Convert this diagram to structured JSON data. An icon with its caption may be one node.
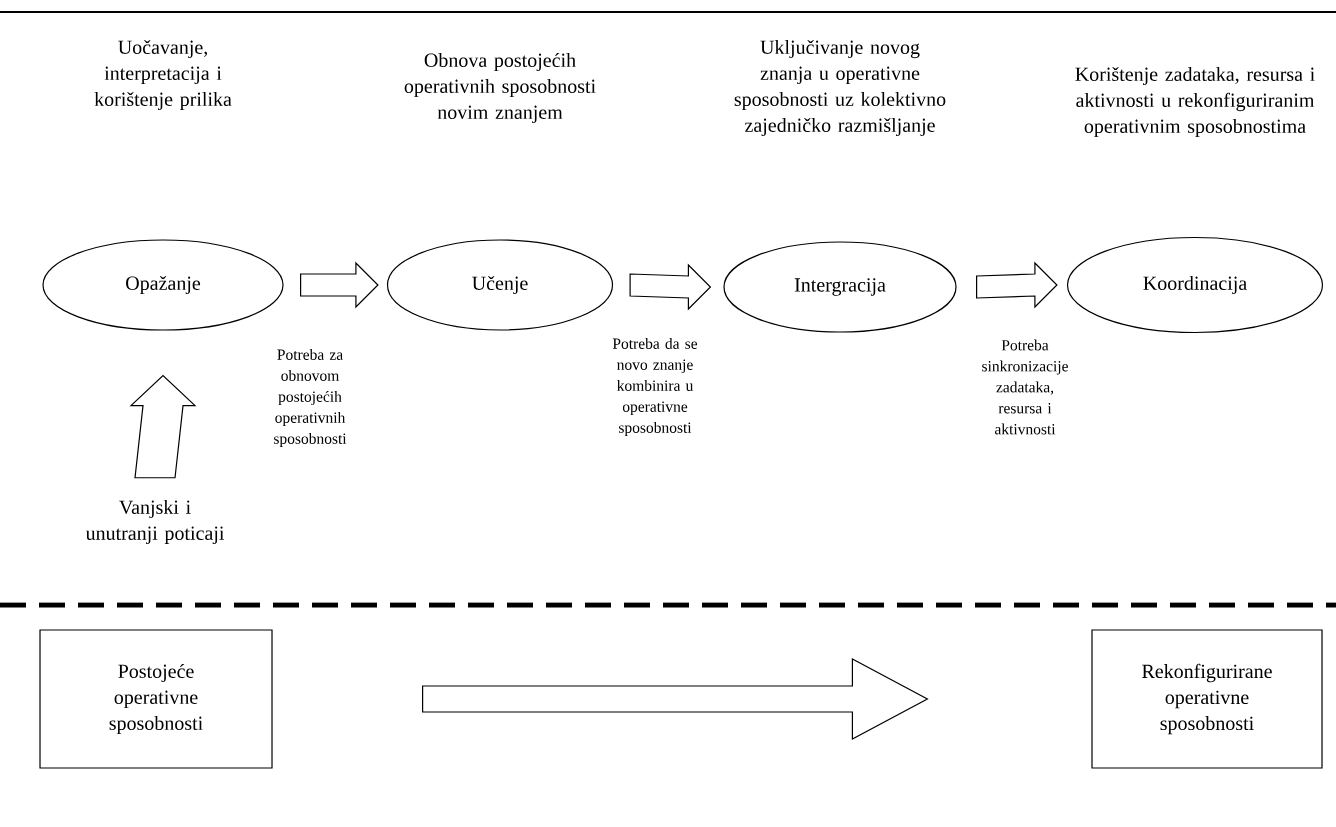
{
  "diagram": {
    "nodes": [
      {
        "text": [
          "Opažanje"
        ]
      },
      {
        "text": [
          "Učenje"
        ]
      },
      {
        "text": [
          "Intergracija"
        ]
      },
      {
        "text": [
          "Koordinacija"
        ]
      },
      {
        "text": [
          "Vanjski i unutranji poticaji"
        ]
      },
      {
        "text": [
          "Postojeće operativne sposobnosti"
        ]
      },
      {
        "text": [
          "Rekonfigurirane operativne sposobnosti"
        ]
      }
    ],
    "edges": [
      {
        "from": 0,
        "to": 1,
        "arrow": "to",
        "label": "Potreba za obnovom postojećih operativnih sposobnosti"
      },
      {
        "from": 1,
        "to": 2,
        "arrow": "to",
        "label": "Potreba da se novo znanje kombinira u operativne sposobnosti"
      },
      {
        "from": 2,
        "to": 3,
        "arrow": "to",
        "label": "Potreba sinkronizacije zadataka, resursa i aktivnosti"
      },
      {
        "from": 4,
        "to": 0,
        "arrow": "to"
      },
      {
        "from": 5,
        "to": 6,
        "arrow": "to"
      }
    ],
    "labels": [
      "Uočavanje, interpretacija i korištenje prilika",
      "Obnova postojećih operativnih sposobnosti novim znanjem",
      "Uključivanje novog znanja u operativne sposobnosti uz kolektivno zajedničko razmišljanje",
      "Korištenje zadataka, resursa i aktivnosti u rekonfiguriranim operativnim sposobnostima"
    ]
  }
}
